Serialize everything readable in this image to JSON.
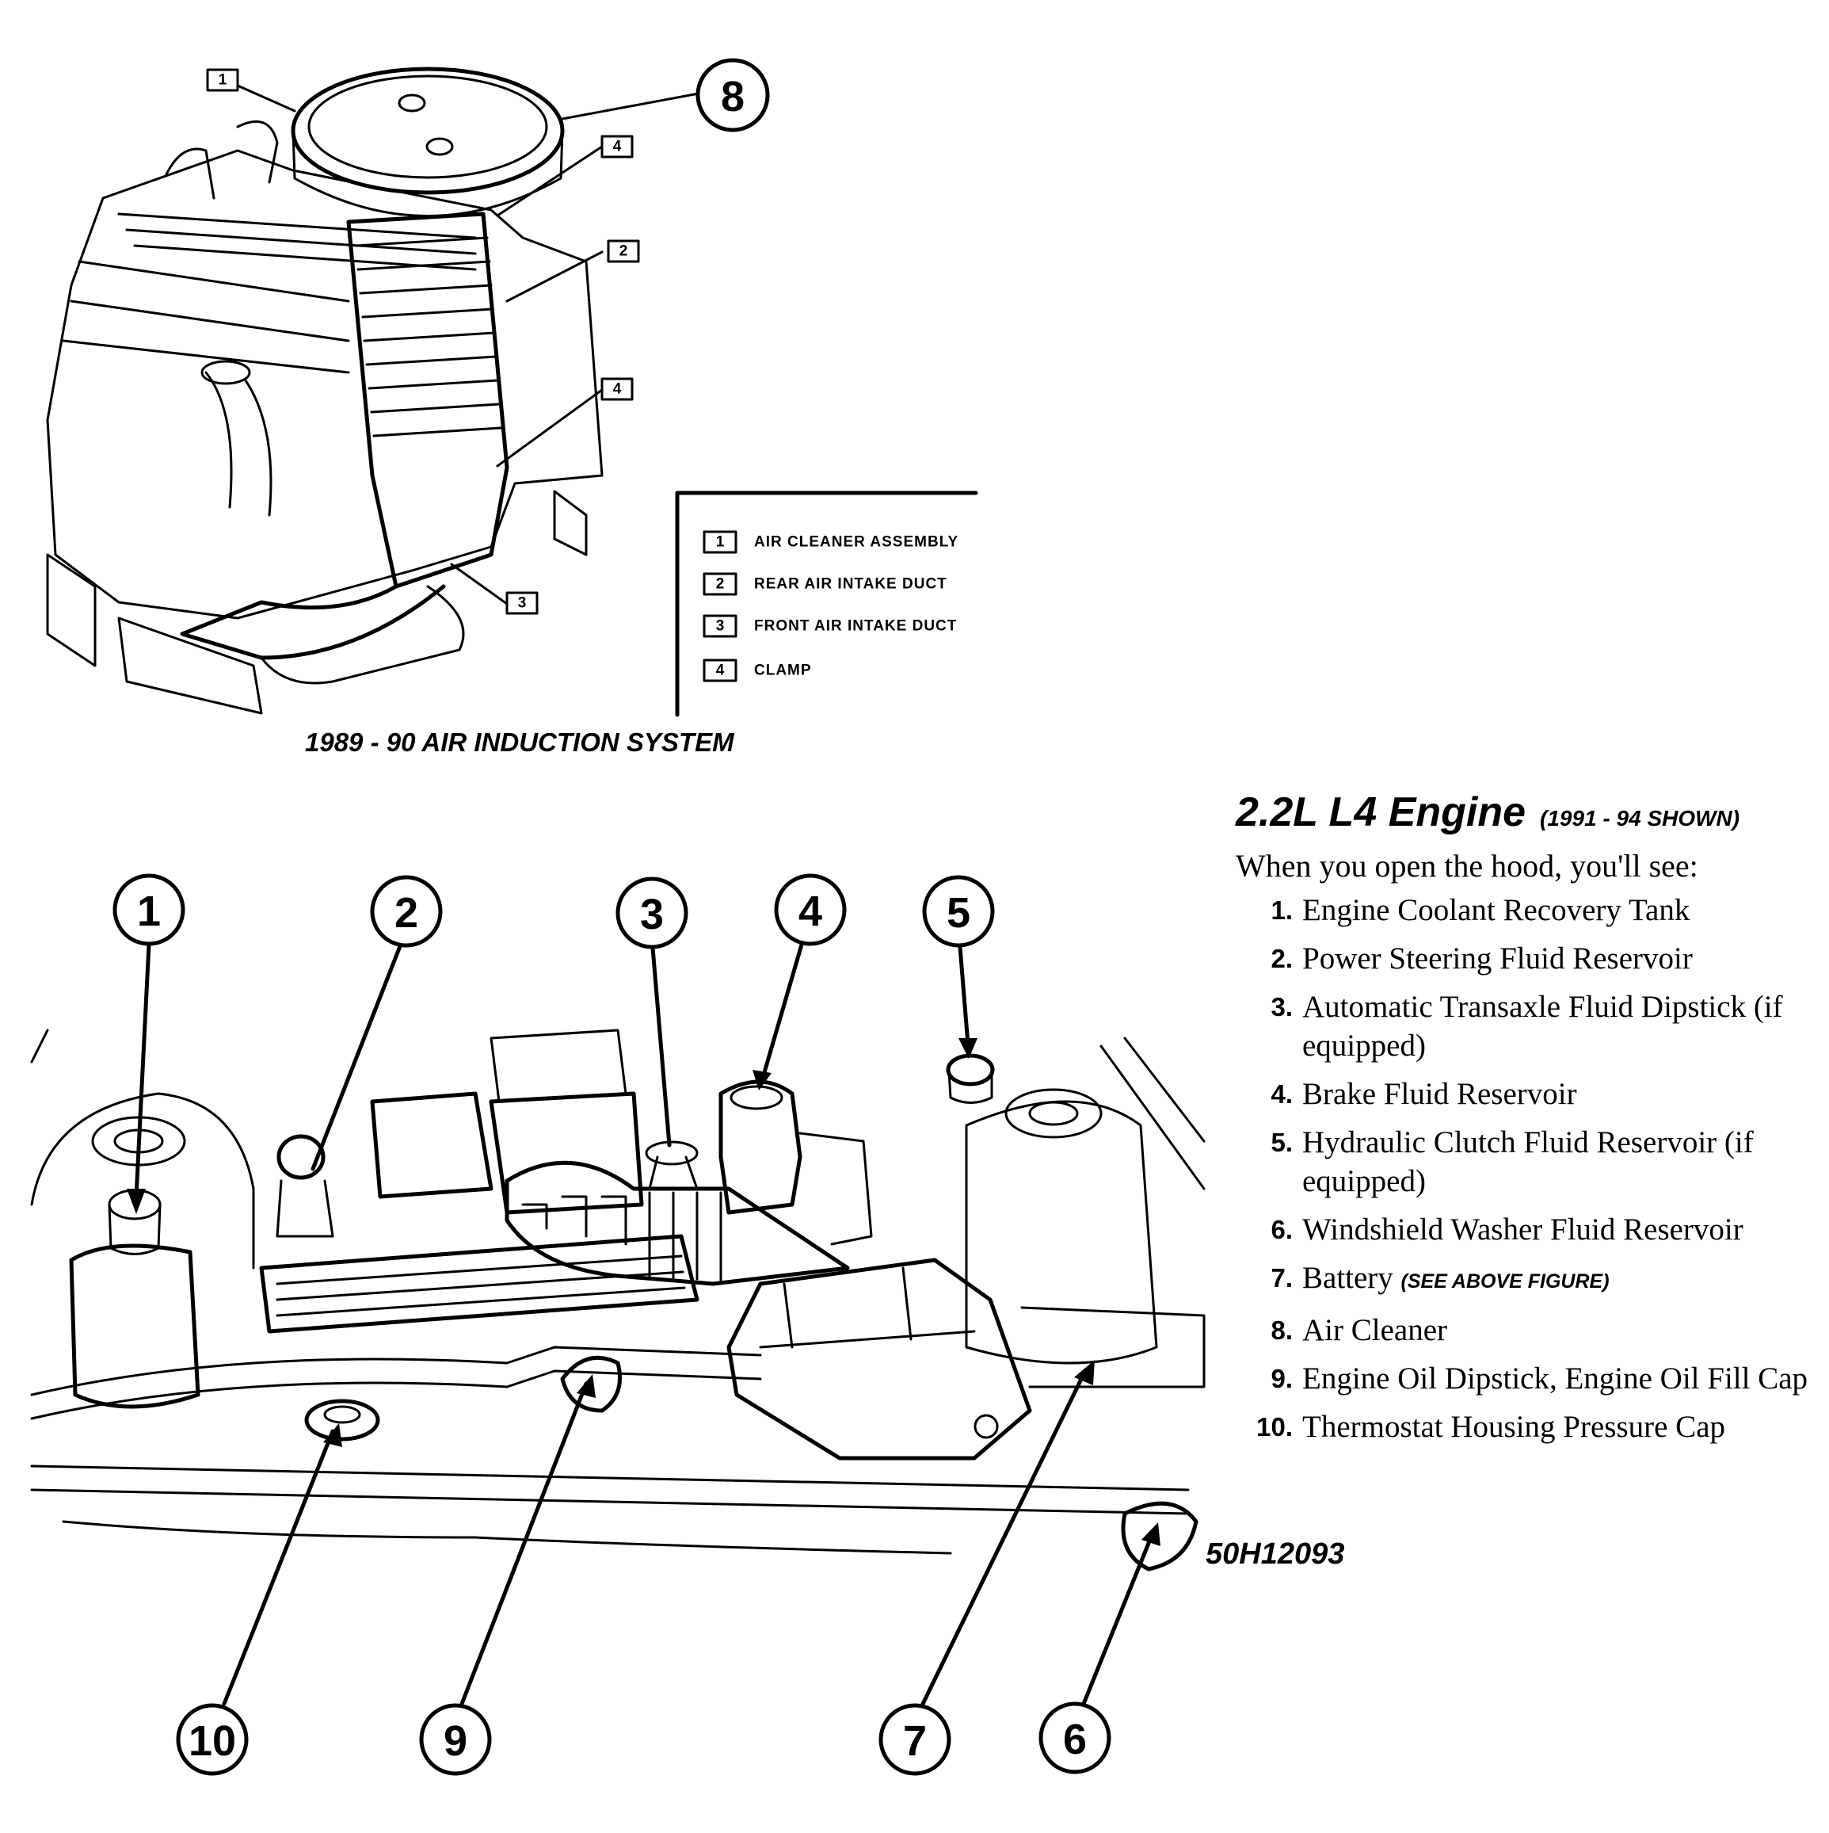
{
  "top_figure": {
    "caption": "1989 - 90 AIR INDUCTION SYSTEM",
    "callouts": [
      "1",
      "4",
      "2",
      "4",
      "3",
      "8"
    ],
    "legend": [
      {
        "num": "1",
        "label": "AIR CLEANER ASSEMBLY"
      },
      {
        "num": "2",
        "label": "REAR AIR INTAKE DUCT"
      },
      {
        "num": "3",
        "label": "FRONT AIR INTAKE DUCT"
      },
      {
        "num": "4",
        "label": "CLAMP"
      }
    ]
  },
  "bottom_figure": {
    "callouts": [
      "1",
      "2",
      "3",
      "4",
      "5",
      "10",
      "9",
      "7",
      "6"
    ],
    "figure_code": "50H12093"
  },
  "info": {
    "title": "2.2L L4 Engine",
    "subtitle": "(1991 - 94 SHOWN)",
    "intro": "When you open the hood, you'll see:",
    "parts": [
      {
        "num": "1.",
        "text": "Engine Coolant Recovery Tank"
      },
      {
        "num": "2.",
        "text": "Power Steering Fluid Reservoir"
      },
      {
        "num": "3.",
        "text": "Automatic Transaxle Fluid Dipstick (if equipped)"
      },
      {
        "num": "4.",
        "text": "Brake Fluid Reservoir"
      },
      {
        "num": "5.",
        "text": "Hydraulic Clutch Fluid Reservoir (if equipped)"
      },
      {
        "num": "6.",
        "text": "Windshield Washer Fluid Reservoir"
      },
      {
        "num": "7.",
        "text": "Battery",
        "note": "(SEE ABOVE FIGURE)"
      },
      {
        "num": "8.",
        "text": "Air Cleaner"
      },
      {
        "num": "9.",
        "text": "Engine Oil Dipstick, Engine Oil Fill Cap"
      },
      {
        "num": "10.",
        "text": "Thermostat Housing Pressure Cap"
      }
    ]
  }
}
